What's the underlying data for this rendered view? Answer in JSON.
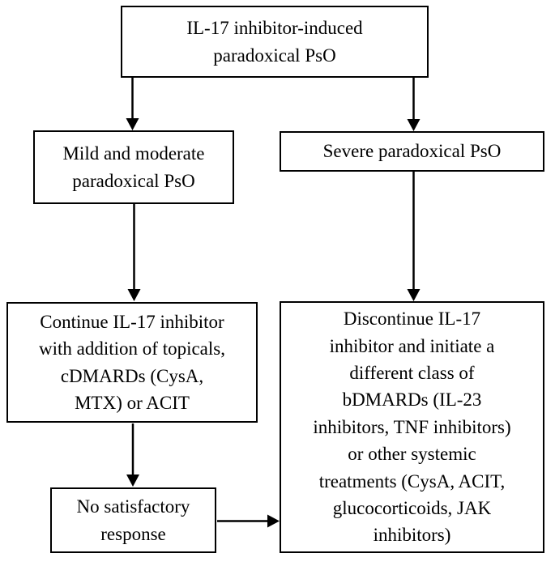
{
  "colors": {
    "background": "#ffffff",
    "box_fill": "#ffffff",
    "box_border": "#000000",
    "text": "#000000",
    "arrow": "#000000"
  },
  "nodes": {
    "root": {
      "lines": [
        "IL-17 inhibitor-induced",
        "paradoxical PsO"
      ]
    },
    "mild": {
      "lines": [
        "Mild and moderate",
        "paradoxical PsO"
      ]
    },
    "severe": {
      "lines": [
        "Severe paradoxical PsO"
      ]
    },
    "continue_il17": {
      "lines": [
        "Continue IL-17 inhibitor",
        "with addition of topicals,",
        "cDMARDs (CysA,",
        "MTX) or ACIT"
      ]
    },
    "no_response": {
      "lines": [
        "No satisfactory",
        "response"
      ]
    },
    "discontinue": {
      "lines": [
        "Discontinue IL-17",
        "inhibitor and initiate a",
        "different class of",
        "bDMARDs (IL-23",
        "inhibitors, TNF inhibitors)",
        "or other systemic",
        "treatments (CysA, ACIT,",
        "glucocorticoids, JAK",
        "inhibitors)"
      ]
    }
  },
  "edges": [
    {
      "from": "root",
      "to": "mild"
    },
    {
      "from": "root",
      "to": "severe"
    },
    {
      "from": "mild",
      "to": "continue_il17"
    },
    {
      "from": "severe",
      "to": "discontinue"
    },
    {
      "from": "continue_il17",
      "to": "no_response"
    },
    {
      "from": "no_response",
      "to": "discontinue"
    }
  ]
}
